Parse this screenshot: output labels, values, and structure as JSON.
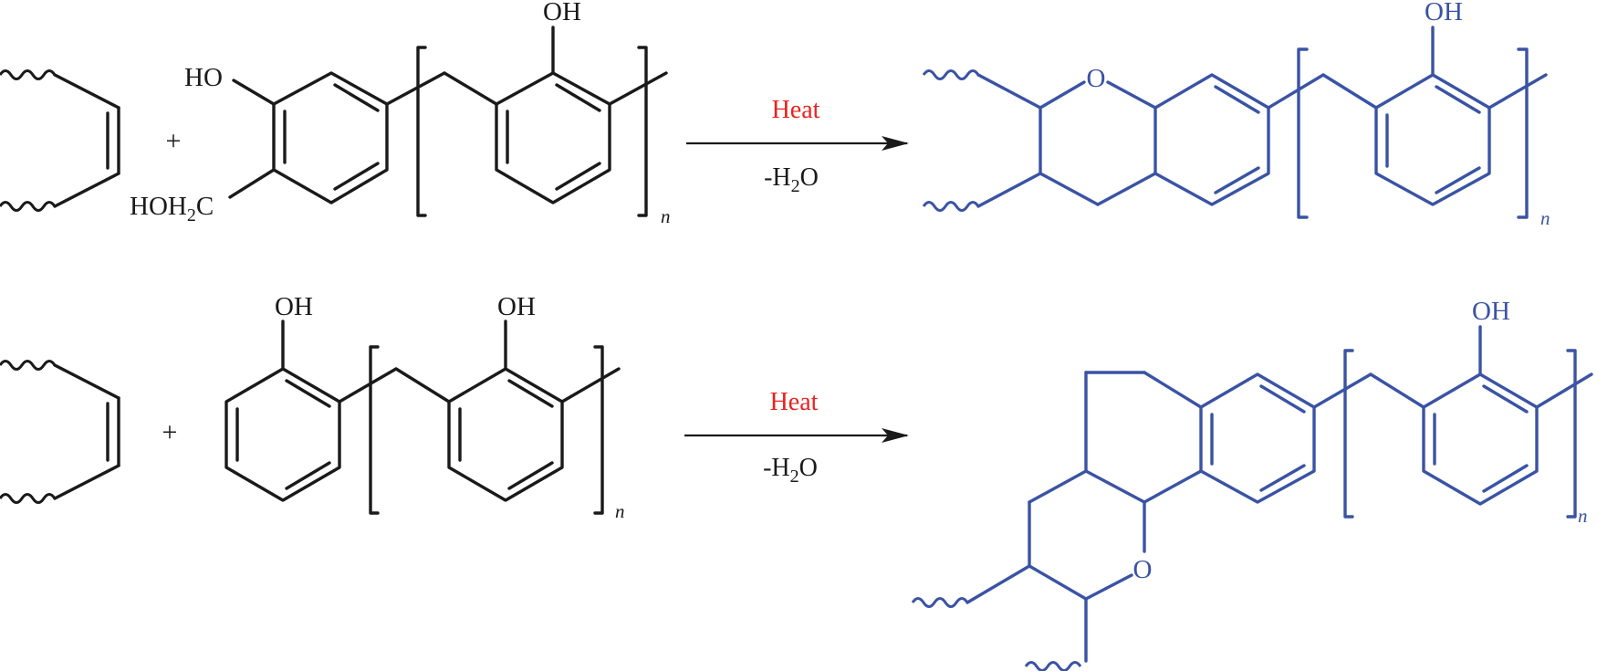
{
  "colors": {
    "reactant": "#1a1a1a",
    "product": "#3a53a4",
    "condition": "#e8231e"
  },
  "plus_sign": "+",
  "repeat_index": "n",
  "reaction_1": {
    "reagent": {
      "hydroxyl": "HO",
      "methylol": "HOH",
      "methylol_sub": "2",
      "methylol_tail": "C",
      "repeat_hydroxyl": "OH"
    },
    "condition_top": "Heat",
    "condition_bottom": {
      "prefix": "-H",
      "sub": "2",
      "suffix": "O"
    },
    "product": {
      "ring_oxygen": "O",
      "repeat_hydroxyl": "OH"
    }
  },
  "reaction_2": {
    "reagent": {
      "end_hydroxyl": "OH",
      "repeat_hydroxyl": "OH"
    },
    "condition_top": "Heat",
    "condition_bottom": {
      "prefix": "-H",
      "sub": "2",
      "suffix": "O"
    },
    "product": {
      "ring_oxygen": "O",
      "repeat_hydroxyl": "OH"
    }
  }
}
